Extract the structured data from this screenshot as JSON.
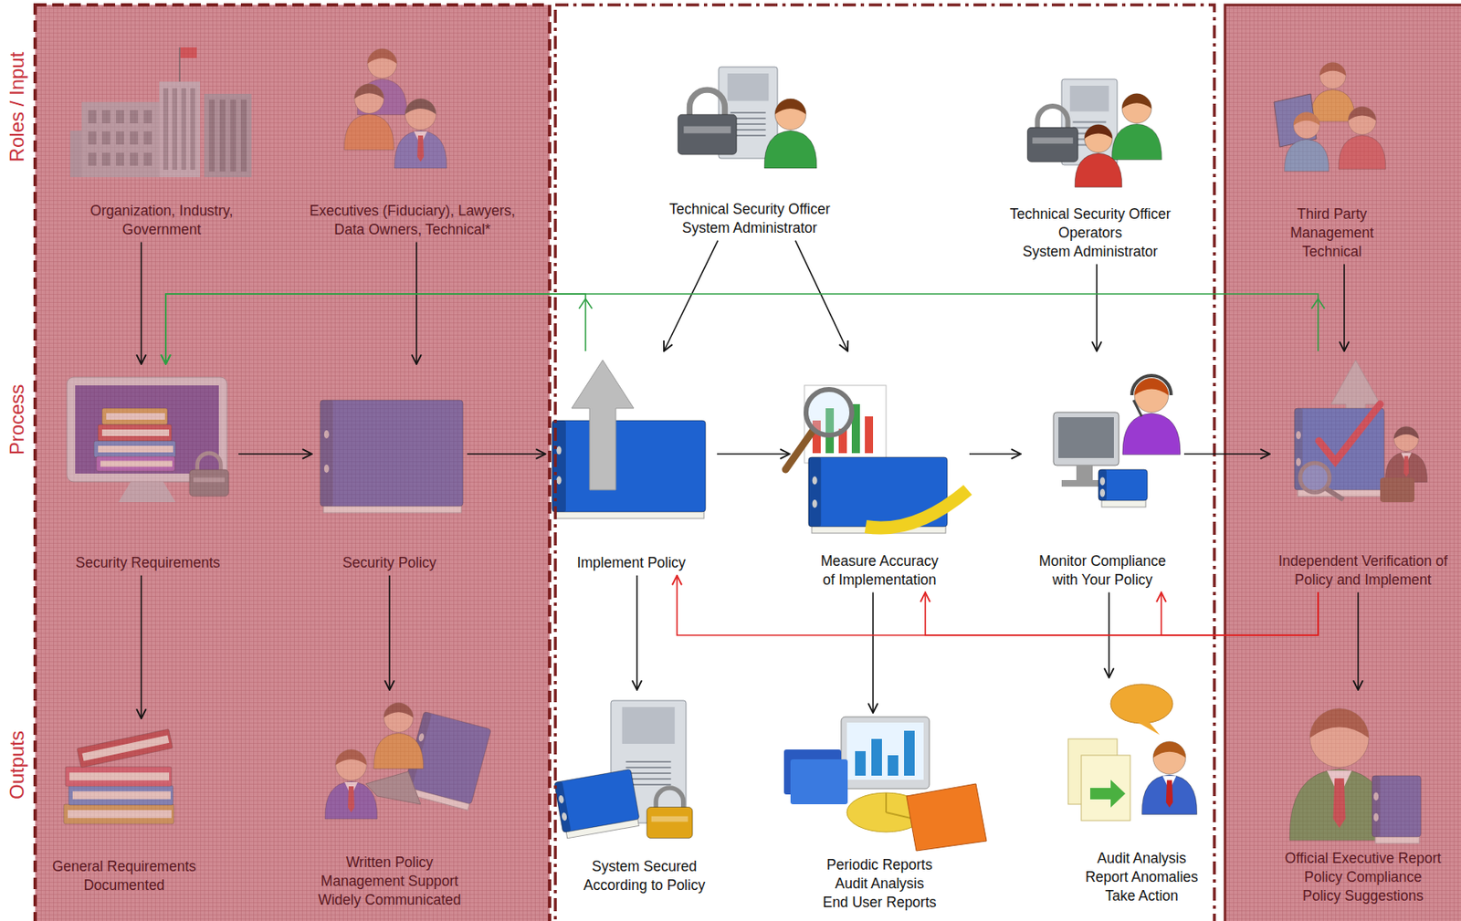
{
  "diagram": {
    "nodes": [
      {
        "text": [
          "Organization, Industry, Government"
        ]
      },
      {
        "text": [
          "Executives (Fiduciary), Lawyers, Data Owners, Technical*"
        ]
      },
      {
        "text": [
          "Technical Security Officer",
          "System Administrator"
        ]
      },
      {
        "text": [
          "Technical Security Officer",
          "Operators",
          "System Administrator"
        ]
      },
      {
        "text": [
          "Third Party",
          "Management",
          "Technical"
        ]
      },
      {
        "text": [
          "Security Requirements"
        ]
      },
      {
        "text": [
          "Security Policy"
        ]
      },
      {
        "text": [
          "Implement Policy"
        ]
      },
      {
        "text": [
          "Measure Accuracy of Implementation"
        ]
      },
      {
        "text": [
          "Monitor Compliance with Your Policy"
        ]
      },
      {
        "text": [
          "Independent Verification of Policy and Implement"
        ]
      },
      {
        "text": [
          "General Requirements Documented"
        ]
      },
      {
        "text": [
          "Written Policy",
          "Management Support",
          "Widely Communicated"
        ]
      },
      {
        "text": [
          "System Secured According to Policy"
        ]
      },
      {
        "text": [
          "Periodic Reports",
          "Audit Analysis",
          "End User Reports"
        ]
      },
      {
        "text": [
          "Audit Analysis",
          "Report Anomalies",
          "Take Action"
        ]
      },
      {
        "text": [
          "Official Executive Report",
          "Policy Compliance",
          "Policy Suggestions"
        ]
      }
    ],
    "edges": [
      {
        "from": 0,
        "to": 5,
        "arrow": "to"
      },
      {
        "from": 1,
        "to": 6,
        "arrow": "to"
      },
      {
        "from": 2,
        "to": 7,
        "arrow": "to"
      },
      {
        "from": 2,
        "to": 8,
        "arrow": "to"
      },
      {
        "from": 3,
        "to": 9,
        "arrow": "to"
      },
      {
        "from": 4,
        "to": 10,
        "arrow": "to"
      },
      {
        "from": 5,
        "to": 6,
        "arrow": "to"
      },
      {
        "from": 6,
        "to": 7,
        "arrow": "to"
      },
      {
        "from": 7,
        "to": 8,
        "arrow": "to"
      },
      {
        "from": 8,
        "to": 9,
        "arrow": "to"
      },
      {
        "from": 9,
        "to": 10,
        "arrow": "to"
      },
      {
        "from": 5,
        "to": 11,
        "arrow": "to"
      },
      {
        "from": 6,
        "to": 12,
        "arrow": "to"
      },
      {
        "from": 7,
        "to": 13,
        "arrow": "to"
      },
      {
        "from": 8,
        "to": 14,
        "arrow": "to"
      },
      {
        "from": 9,
        "to": 15,
        "arrow": "to"
      },
      {
        "from": 10,
        "to": 16,
        "arrow": "to"
      },
      {
        "from": 7,
        "to": 5,
        "arrow": "to"
      },
      {
        "from": 10,
        "to": 5,
        "arrow": "to"
      },
      {
        "from": 10,
        "to": 7,
        "arrow": "to"
      },
      {
        "from": 10,
        "to": 8,
        "arrow": "to"
      },
      {
        "from": 10,
        "to": 9,
        "arrow": "to"
      }
    ],
    "labels": [
      "Roles / Input",
      "Process",
      "Outputs"
    ]
  }
}
